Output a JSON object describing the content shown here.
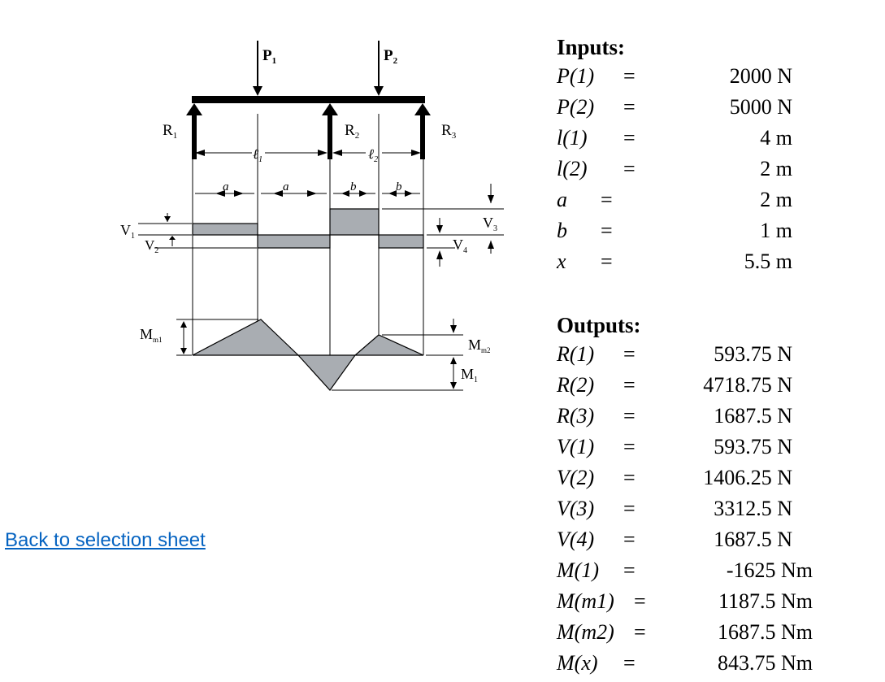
{
  "diagram": {
    "labels": {
      "p1": "P",
      "p1_sub": "1",
      "p2": "P",
      "p2_sub": "2",
      "r1": "R",
      "r1_sub": "1",
      "r2": "R",
      "r2_sub": "2",
      "r3": "R",
      "r3_sub": "3",
      "l1": "ℓ",
      "l1_sub": "1",
      "l2": "ℓ",
      "l2_sub": "2",
      "a1": "a",
      "a2": "a",
      "b1": "b",
      "b2": "b",
      "v1": "V",
      "v1_sub": "1",
      "v2": "V",
      "v2_sub": "2",
      "v3": "V",
      "v3_sub": "3",
      "v4": "V",
      "v4_sub": "4",
      "mm1": "M",
      "mm1_sub": "m1",
      "mm2": "M",
      "mm2_sub": "m2",
      "m1": "M",
      "m1_sub": "1"
    },
    "colors": {
      "fill": "#a9adb2",
      "stroke": "#000000"
    }
  },
  "link": {
    "back": "Back to selection sheet"
  },
  "inputs": {
    "title": "Inputs:",
    "rows": [
      {
        "label": "P(1)",
        "value": "2000 N"
      },
      {
        "label": "P(2)",
        "value": "5000 N"
      },
      {
        "label": "l(1)",
        "value": "4 m"
      },
      {
        "label": "l(2)",
        "value": "2 m"
      },
      {
        "label": "a",
        "value": "2 m"
      },
      {
        "label": "b",
        "value": "1 m"
      },
      {
        "label": "x",
        "value": "5.5 m"
      }
    ]
  },
  "outputs": {
    "title": "Outputs:",
    "rows": [
      {
        "label": "R(1)",
        "value": "593.75 N"
      },
      {
        "label": "R(2)",
        "value": "4718.75 N"
      },
      {
        "label": "R(3)",
        "value": "1687.5 N"
      },
      {
        "label": "V(1)",
        "value": "593.75 N"
      },
      {
        "label": "V(2)",
        "value": "1406.25 N"
      },
      {
        "label": "V(3)",
        "value": "3312.5 N"
      },
      {
        "label": "V(4)",
        "value": "1687.5 N"
      },
      {
        "label": "M(1)",
        "value": "-1625 Nm"
      },
      {
        "label": "M(m1)",
        "value": "1187.5 Nm"
      },
      {
        "label": "M(m2)",
        "value": "1687.5 Nm"
      },
      {
        "label": "M(x)",
        "value": "843.75 Nm"
      }
    ]
  },
  "eq_sign": "="
}
